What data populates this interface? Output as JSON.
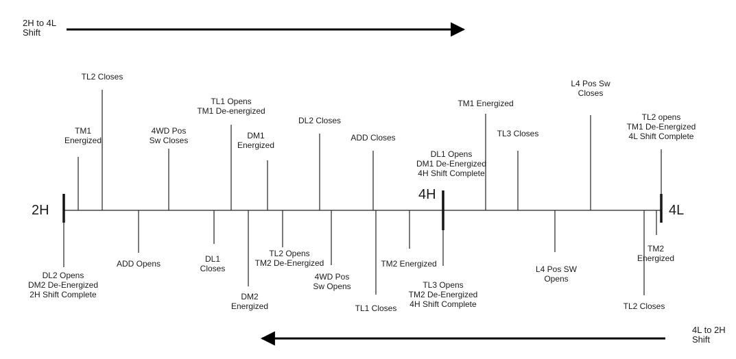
{
  "direction_top": {
    "lines": [
      "2H to 4L",
      "Shift"
    ]
  },
  "direction_bottom": {
    "lines": [
      "4L to 2H",
      "Shift"
    ]
  },
  "states": {
    "s2h": "2H",
    "s4h": "4H",
    "s4l": "4L"
  },
  "events_above": [
    {
      "id": "tm1-energized-1",
      "lines": [
        "TM1",
        "Energized"
      ]
    },
    {
      "id": "tl2-closes-1",
      "lines": [
        "TL2 Closes"
      ]
    },
    {
      "id": "4wd-pos-sw-closes",
      "lines": [
        "4WD Pos",
        "Sw Closes"
      ]
    },
    {
      "id": "tl1-opens-tm1-deenergized",
      "lines": [
        "TL1 Opens",
        "TM1 De-energized"
      ]
    },
    {
      "id": "dm1-energized",
      "lines": [
        "DM1",
        "Energized"
      ]
    },
    {
      "id": "dl2-closes",
      "lines": [
        "DL2 Closes"
      ]
    },
    {
      "id": "add-closes",
      "lines": [
        "ADD Closes"
      ]
    },
    {
      "id": "dl1-opens-4h-complete",
      "lines": [
        "DL1 Opens",
        "DM1 De-Energized",
        "4H Shift Complete"
      ]
    },
    {
      "id": "tm1-energized-2",
      "lines": [
        "TM1 Energized"
      ]
    },
    {
      "id": "tl3-closes",
      "lines": [
        "TL3 Closes"
      ]
    },
    {
      "id": "l4-pos-sw-closes",
      "lines": [
        "L4 Pos Sw",
        "Closes"
      ]
    },
    {
      "id": "tl2-opens-4l-complete",
      "lines": [
        "TL2 opens",
        "TM1 De-Energized",
        "4L Shift Complete"
      ]
    }
  ],
  "events_below": [
    {
      "id": "dl2-opens-2h-complete",
      "lines": [
        "DL2 Opens",
        "DM2 De-Energized",
        "2H Shift Complete"
      ]
    },
    {
      "id": "add-opens",
      "lines": [
        "ADD Opens"
      ]
    },
    {
      "id": "dl1-closes",
      "lines": [
        "DL1",
        "Closes"
      ]
    },
    {
      "id": "dm2-energized",
      "lines": [
        "DM2",
        "Energized"
      ]
    },
    {
      "id": "tl2-opens-tm2-deenergized",
      "lines": [
        "TL2 Opens",
        "TM2 De-Energized"
      ]
    },
    {
      "id": "4wd-pos-sw-opens",
      "lines": [
        "4WD Pos",
        "Sw Opens"
      ]
    },
    {
      "id": "tl1-closes",
      "lines": [
        "TL1 Closes"
      ]
    },
    {
      "id": "tm2-energized-1",
      "lines": [
        "TM2 Energized"
      ]
    },
    {
      "id": "tl3-opens-4h-complete",
      "lines": [
        "TL3 Opens",
        "TM2 De-Energized",
        "4H Shift Complete"
      ]
    },
    {
      "id": "l4-pos-sw-opens",
      "lines": [
        "L4 Pos SW",
        "Opens"
      ]
    },
    {
      "id": "tl2-closes-2",
      "lines": [
        "TL2 Closes"
      ]
    },
    {
      "id": "tm2-energized-2",
      "lines": [
        "TM2",
        "Energized"
      ]
    }
  ]
}
